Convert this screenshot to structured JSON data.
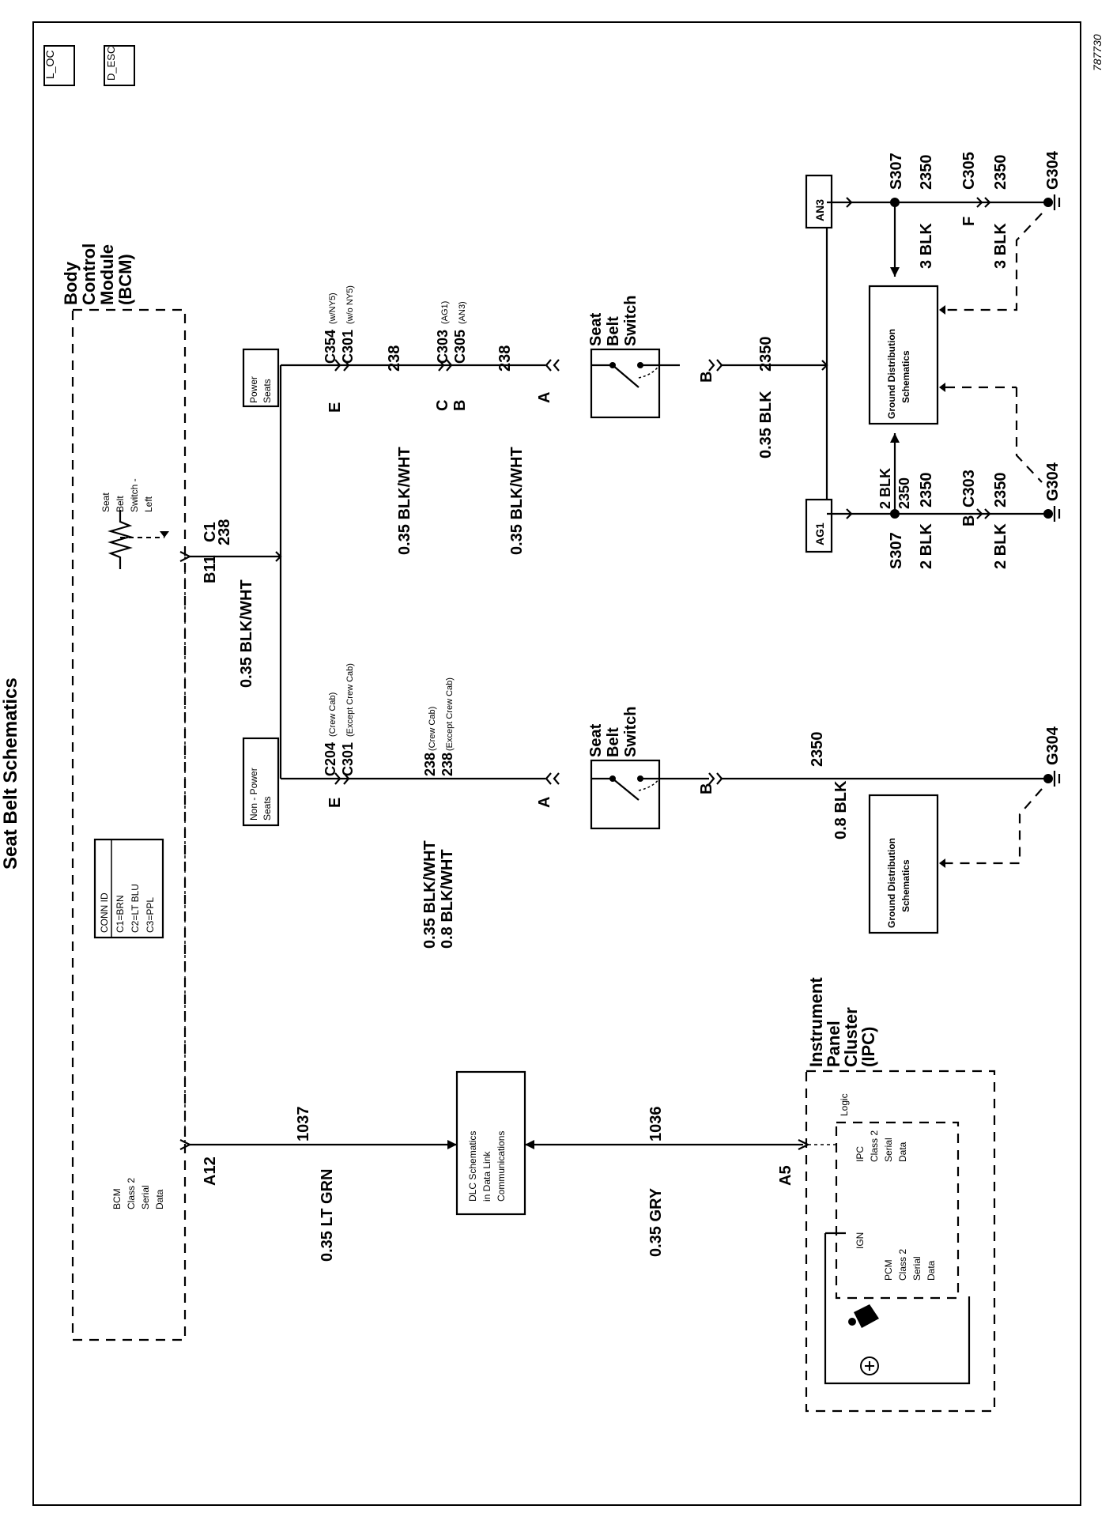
{
  "title": "Seat Belt Schematics",
  "figure_id": "787730",
  "icons": {
    "loc": "L_OC",
    "desc": "D_ESC"
  },
  "bcm": {
    "name": [
      "Body",
      "Control",
      "Module",
      "(BCM)"
    ],
    "conn_id": [
      "CONN ID",
      "C1=BRN",
      "C2=LT BLU",
      "C3=PPL"
    ],
    "serial_data": [
      "BCM",
      "Class 2",
      "Serial",
      "Data"
    ],
    "pin_a12": "A12",
    "pin_b11": "B11",
    "conn_c1": "C1",
    "seat_belt_switch_left": [
      "Seat",
      "Belt",
      "Switch -",
      "Left"
    ]
  },
  "wires": {
    "w238_bcm": {
      "gauge": "0.35 BLK/WHT",
      "circuit": "238"
    },
    "w1037": {
      "gauge": "0.35 LT GRN",
      "circuit": "1037"
    },
    "w1036": {
      "gauge": "0.35 GRY",
      "circuit": "1036"
    }
  },
  "non_power_seats": {
    "label": "Non - Power Seats",
    "pin_e": "E",
    "conn": [
      "C204 (Crew Cab)",
      "C301 (Except Crew Cab)"
    ],
    "circuit": [
      "238 (Crew Cab)",
      "238 (Except Crew Cab)"
    ],
    "gauge": [
      "0.35 BLK/WHT",
      "0.8 BLK/WHT"
    ],
    "pin_a": "A",
    "switch": [
      "Seat",
      "Belt",
      "Switch"
    ],
    "pin_b": "B",
    "ground_gauge": "0.8 BLK",
    "ground_circuit": "2350",
    "ground": "G304",
    "gds": "Ground Distribution Schematics"
  },
  "power_seats": {
    "label": "Power Seats",
    "pin_e": "E",
    "conn_e": [
      "C354 (w/NY5)",
      "C301 (w/o NY5)"
    ],
    "circuit_1": "238",
    "gauge_1": "0.35 BLK/WHT",
    "pin_c": "C",
    "pin_b": "B",
    "conn_c": [
      "C303 (AG1)",
      "C305 (AN3)"
    ],
    "circuit_2": "238",
    "gauge_2": "0.35 BLK/WHT",
    "pin_a": "A",
    "switch": [
      "Seat",
      "Belt",
      "Switch"
    ],
    "pin_b_sw": "B",
    "ground_gauge": "0.35 BLK",
    "ground_circuit": "2350",
    "gds": "Ground Distribution Schematics"
  },
  "ag1": {
    "label": "AG1",
    "splice": "S307",
    "up_gauge": "2 BLK",
    "up_circuit": "2350",
    "gauge_1": "2 BLK",
    "circuit_1": "2350",
    "pin": "B",
    "conn": "C303",
    "gauge_2": "2 BLK",
    "circuit_2": "2350",
    "ground": "G304"
  },
  "an3": {
    "label": "AN3",
    "splice": "S307",
    "circuit_1": "2350",
    "gauge_1": "3 BLK",
    "pin": "F",
    "conn": "C305",
    "gauge_2": "3 BLK",
    "circuit_2": "2350",
    "ground": "G304"
  },
  "dlc": [
    "DLC Schematics",
    "in Data Link",
    "Communications"
  ],
  "ipc": {
    "name": [
      "Instrument",
      "Panel",
      "Cluster",
      "(IPC)"
    ],
    "pin_a5": "A5",
    "logic": "Logic",
    "ipc_serial": [
      "IPC",
      "Class 2",
      "Serial",
      "Data"
    ],
    "ign": "IGN",
    "pcm_serial": [
      "PCM",
      "Class 2",
      "Serial",
      "Data"
    ]
  }
}
